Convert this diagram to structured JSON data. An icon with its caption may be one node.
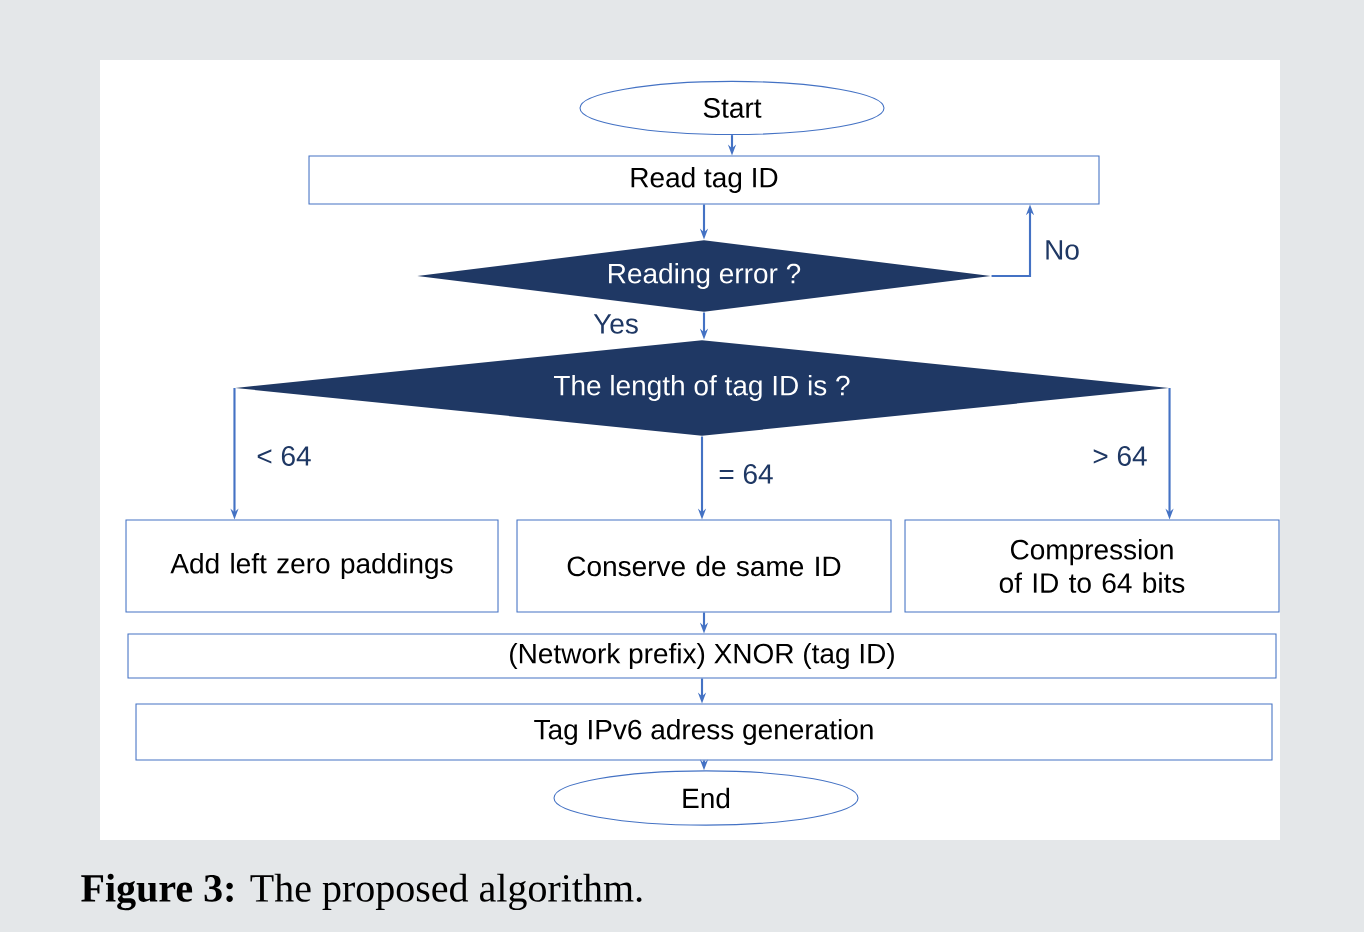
{
  "diagram": {
    "caption": "**Figure 3:** The proposed algorithm.",
    "nodes": [
      {
        "text": [
          "Start"
        ]
      },
      {
        "text": [
          "Read tag ID"
        ]
      },
      {
        "text": [
          "Reading error ?"
        ]
      },
      {
        "text": [
          "The length of tag ID is ?"
        ]
      },
      {
        "text": [
          "Add left zero paddings"
        ]
      },
      {
        "text": [
          "Conserve de same ID"
        ]
      },
      {
        "text": [
          "Compression of ID to 64 bits"
        ]
      },
      {
        "text": [
          "(Network prefix)  XNOR (tag ID)"
        ]
      },
      {
        "text": [
          "Tag IPv6 adress generation"
        ]
      },
      {
        "text": [
          "End"
        ]
      }
    ],
    "edges": [
      {
        "from": 0,
        "to": 1,
        "arrow": "to"
      },
      {
        "from": 1,
        "to": 2,
        "arrow": "to"
      },
      {
        "from": 2,
        "to": 1,
        "arrow": "to",
        "label": "No"
      },
      {
        "from": 2,
        "to": 3,
        "arrow": "to",
        "label": "Yes"
      },
      {
        "from": 3,
        "to": 4,
        "arrow": "to",
        "label": "< 64"
      },
      {
        "from": 3,
        "to": 5,
        "arrow": "to",
        "label": "= 64"
      },
      {
        "from": 3,
        "to": 6,
        "arrow": "to",
        "label": "> 64"
      },
      {
        "from": 5,
        "to": 7,
        "arrow": "to"
      },
      {
        "from": 7,
        "to": 8,
        "arrow": "to"
      },
      {
        "from": 8,
        "to": 9,
        "arrow": "to"
      }
    ]
  }
}
